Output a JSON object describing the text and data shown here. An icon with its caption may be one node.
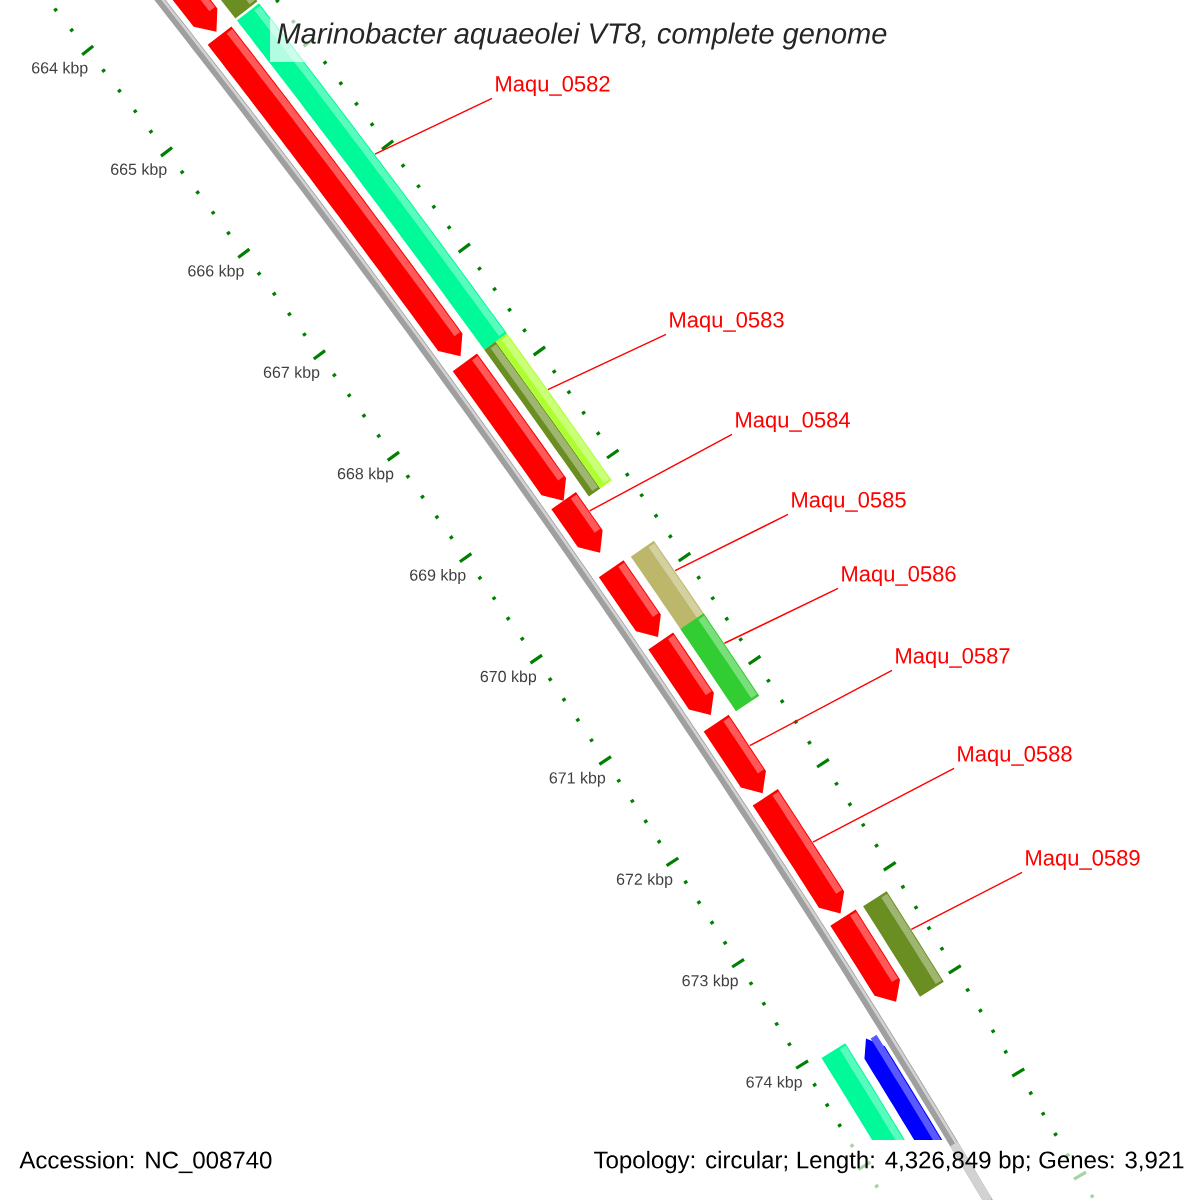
{
  "diagram": {
    "title": "Marinobacter aquaeolei VT8, complete genome",
    "nodes": [
      {
        "text": [
          "Maqu_0582"
        ]
      },
      {
        "text": [
          "Maqu_0583"
        ]
      },
      {
        "text": [
          "Maqu_0584"
        ]
      },
      {
        "text": [
          "Maqu_0585"
        ]
      },
      {
        "text": [
          "Maqu_0586"
        ]
      },
      {
        "text": [
          "Maqu_0587"
        ]
      },
      {
        "text": [
          "Maqu_0588"
        ]
      },
      {
        "text": [
          "Maqu_0589"
        ]
      },
      {
        "text": [],
        "shape": "bar"
      },
      {
        "text": [],
        "shape": "bar"
      },
      {
        "text": [],
        "shape": "bar"
      },
      {
        "text": [],
        "shape": "bar"
      },
      {
        "text": [],
        "shape": "bar"
      },
      {
        "text": [],
        "shape": "bar"
      },
      {
        "text": [],
        "shape": "bar"
      },
      {
        "text": [],
        "shape": "bar"
      },
      {
        "text": [],
        "shape": "bar"
      },
      {
        "text": [],
        "shape": "bar"
      },
      {
        "text": [],
        "shape": "bar"
      },
      {
        "text": [],
        "shape": "bar"
      },
      {
        "text": [],
        "shape": "bar"
      },
      {
        "text": [],
        "shape": "bar"
      },
      {
        "text": [],
        "shape": "bar"
      },
      {
        "text": [],
        "shape": "bar"
      },
      {
        "text": [],
        "shape": "bar"
      }
    ],
    "edges": [
      {
        "from": 0,
        "to": 10,
        "arrow": "none"
      },
      {
        "from": 1,
        "to": 12,
        "arrow": "none"
      },
      {
        "from": 2,
        "to": 14,
        "arrow": "none"
      },
      {
        "from": 3,
        "to": 15,
        "arrow": "none"
      },
      {
        "from": 4,
        "to": 17,
        "arrow": "none"
      },
      {
        "from": 5,
        "to": 19,
        "arrow": "none"
      },
      {
        "from": 6,
        "to": 20,
        "arrow": "none"
      },
      {
        "from": 7,
        "to": 21,
        "arrow": "none"
      }
    ],
    "labels": [
      "664 kbp",
      "665 kbp",
      "666 kbp",
      "667 kbp",
      "668 kbp",
      "669 kbp",
      "670 kbp",
      "671 kbp",
      "672 kbp",
      "673 kbp",
      "674 kbp",
      "Accession: NC_008740",
      "Topology: circular; Length: 4,326,849 bp; Genes: 3,921"
    ]
  }
}
